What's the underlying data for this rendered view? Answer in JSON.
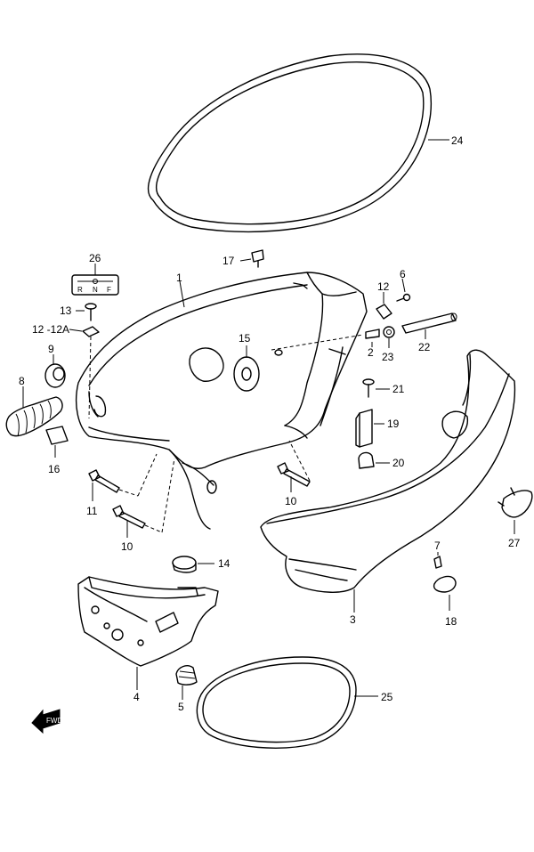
{
  "labels": {
    "p1": "1",
    "p2": "2",
    "p3": "3",
    "p4": "4",
    "p5": "5",
    "p6": "6",
    "p7": "7",
    "p8": "8",
    "p9": "9",
    "p10a": "10",
    "p10b": "10",
    "p11": "11",
    "p12": "12",
    "p12b": "12 -12A",
    "p13": "13",
    "p14": "14",
    "p15": "15",
    "p16": "16",
    "p17": "17",
    "p18": "18",
    "p19": "19",
    "p20": "20",
    "p21": "21",
    "p22": "22",
    "p23": "23",
    "p24": "24",
    "p25": "25",
    "p26": "26",
    "p27": "27"
  },
  "decal_26": {
    "letters": [
      "R",
      "N",
      "F"
    ]
  },
  "fwd_icon": {
    "text": "FWD",
    "icon": "forward-arrow-icon"
  }
}
